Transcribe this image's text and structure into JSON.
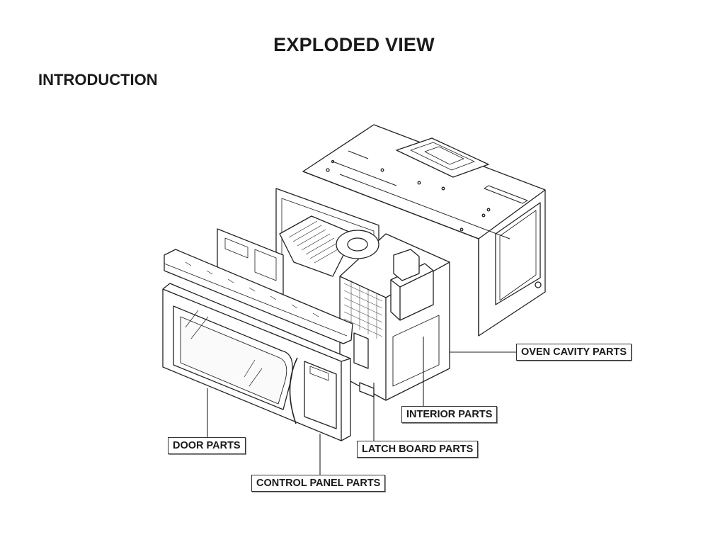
{
  "header": {
    "title": "EXPLODED VIEW"
  },
  "section": {
    "heading": "INTRODUCTION"
  },
  "callouts": {
    "oven_cavity": "OVEN CAVITY PARTS",
    "interior": "INTERIOR PARTS",
    "latch_board": "LATCH BOARD PARTS",
    "door": "DOOR PARTS",
    "control_panel": "CONTROL PANEL PARTS"
  }
}
